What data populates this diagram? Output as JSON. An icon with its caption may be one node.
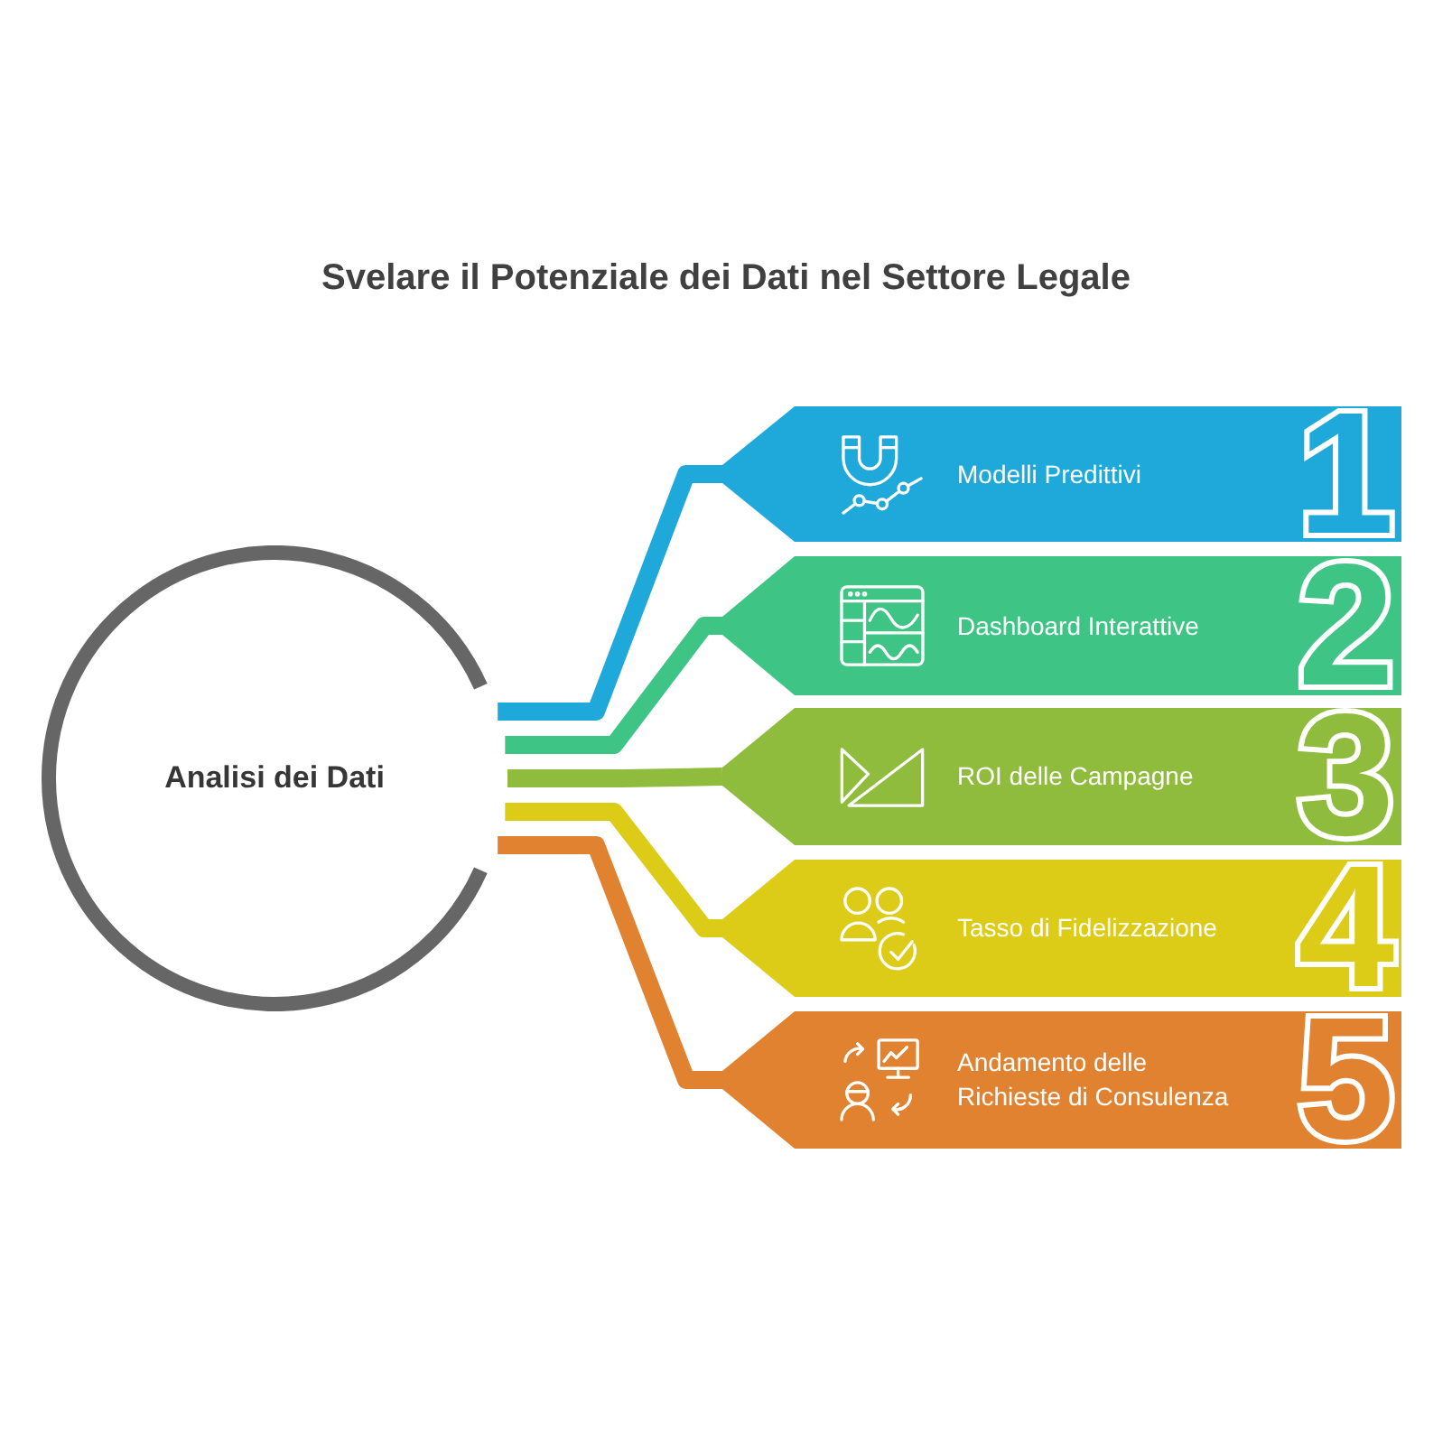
{
  "diagram": {
    "title": "Svelare il Potenziale dei Dati nel Settore Legale",
    "nodes": [
      {
        "text": [
          "Analisi dei Dati"
        ]
      },
      {
        "text": [
          "Modelli Predittivi",
          "1"
        ]
      },
      {
        "text": [
          "Dashboard Interattive",
          "2"
        ]
      },
      {
        "text": [
          "ROI delle Campagne",
          "3"
        ]
      },
      {
        "text": [
          "Tasso di Fidelizzazione",
          "4"
        ]
      },
      {
        "text": [
          "Andamento delle Richieste di Consulenza",
          "5"
        ]
      }
    ],
    "edges": [
      {
        "from": 0,
        "to": 1,
        "arrow": "none",
        "color": "#1fa9db"
      },
      {
        "from": 0,
        "to": 2,
        "arrow": "none",
        "color": "#3ec585"
      },
      {
        "from": 0,
        "to": 3,
        "arrow": "none",
        "color": "#8fbc3c"
      },
      {
        "from": 0,
        "to": 4,
        "arrow": "none",
        "color": "#dccb17"
      },
      {
        "from": 0,
        "to": 5,
        "arrow": "none",
        "color": "#e08230"
      }
    ]
  }
}
